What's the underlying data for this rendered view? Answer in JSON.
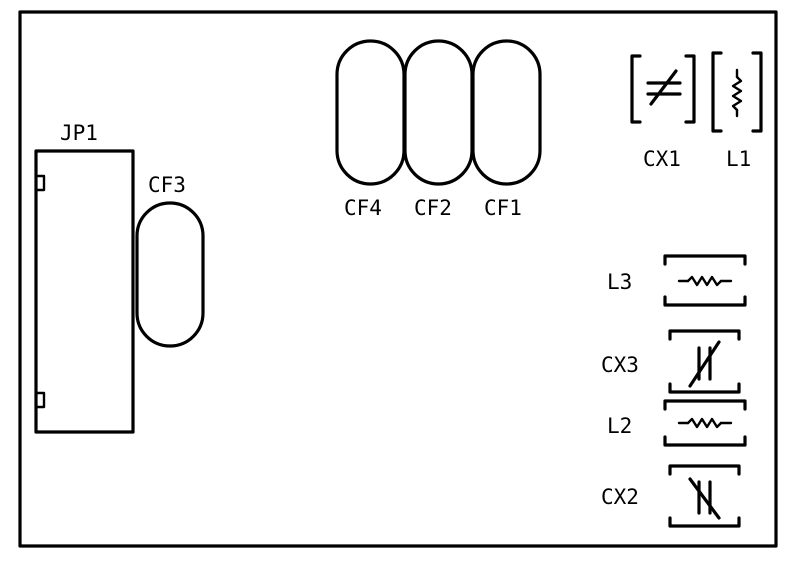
{
  "board": {
    "outline_color": "#000000",
    "background": "#ffffff"
  },
  "components": {
    "jp1": {
      "label": "JP1",
      "kind": "connector"
    },
    "cf3": {
      "label": "CF3",
      "kind": "oval-capacitor"
    },
    "cf4": {
      "label": "CF4",
      "kind": "oval-capacitor"
    },
    "cf2": {
      "label": "CF2",
      "kind": "oval-capacitor"
    },
    "cf1": {
      "label": "CF1",
      "kind": "oval-capacitor"
    },
    "cx1": {
      "label": "CX1",
      "kind": "trimmer-capacitor"
    },
    "l1": {
      "label": "L1",
      "kind": "inductor"
    },
    "l3": {
      "label": "L3",
      "kind": "inductor"
    },
    "cx3": {
      "label": "CX3",
      "kind": "trimmer-capacitor"
    },
    "l2": {
      "label": "L2",
      "kind": "inductor"
    },
    "cx2": {
      "label": "CX2",
      "kind": "trimmer-capacitor"
    }
  }
}
